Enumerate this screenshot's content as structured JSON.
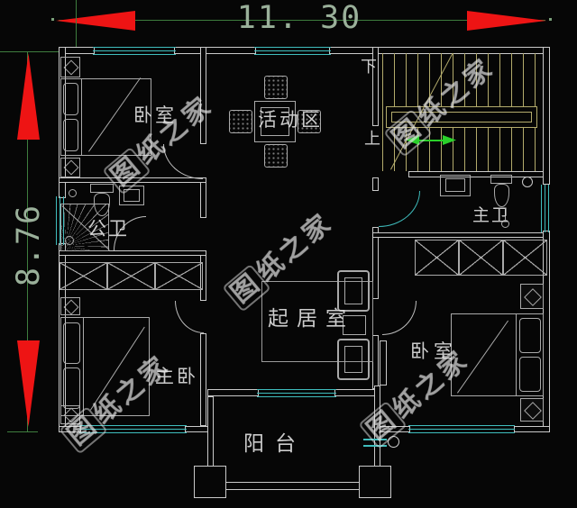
{
  "title": "two-storey house floor plan (CAD)",
  "dimensions": {
    "width_label": "11. 30",
    "height_label": "8.76"
  },
  "rooms": {
    "bedroom_top_left": "卧室",
    "activity_area": "活动区",
    "public_bath": "公卫",
    "master_bath": "主卫",
    "living_room": "起居室",
    "master_bedroom": "主卧",
    "bedroom_bottom_right": "卧室",
    "balcony": "阳台"
  },
  "stairs": {
    "down_label": "下",
    "up_label": "上"
  },
  "watermark": {
    "boxed": "图",
    "rest": "纸之家"
  },
  "colors": {
    "background": "#060606",
    "wall": "#c9c9c9",
    "furniture": "#a9a9a9",
    "window_cyan": "#3fbdbd",
    "dimension_line_green": "#3e7d3e",
    "dimension_text_green": "#9ab09a",
    "arrow_red": "#ee1414",
    "stair_khaki": "#b3ab6c",
    "stair_arrow_green": "#2ad02a",
    "label_white": "#dcdcdc"
  }
}
